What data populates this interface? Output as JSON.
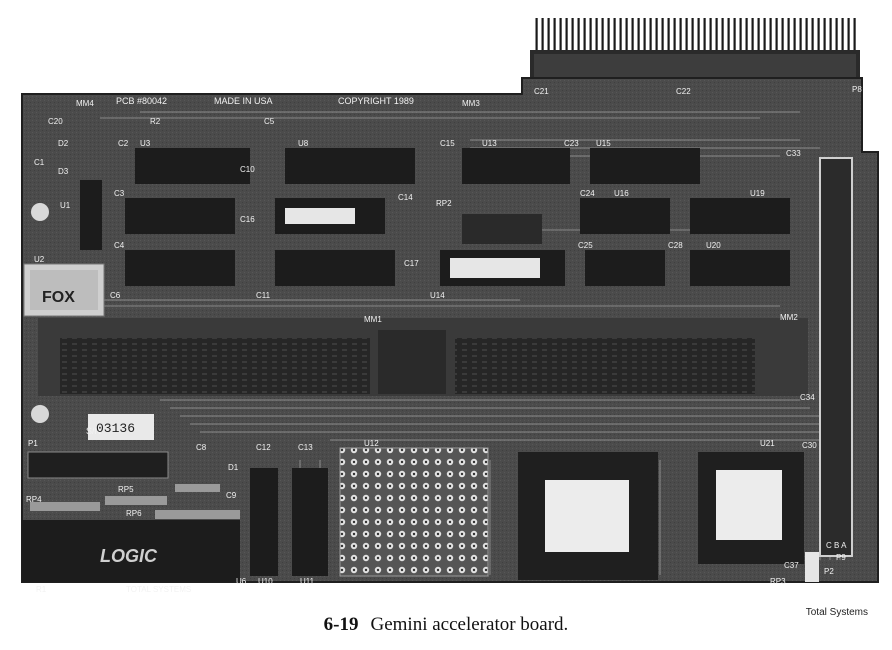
{
  "board": {
    "pcb_number": "PCB #80042",
    "made_in": "MADE IN USA",
    "copyright": "COPYRIGHT 1989",
    "serial_label": "S/N",
    "serial_number": "03136",
    "crystal_brand": "FOX",
    "logic_brand": "LOGIC",
    "maker_bottom": "TOTAL SYSTEMS",
    "ref_labels": {
      "mm4": "MM4",
      "mm3": "MM3",
      "mm1": "MM1",
      "mm2": "MM2",
      "c20": "C20",
      "c1": "C1",
      "d2": "D2",
      "d3": "D3",
      "u1": "U1",
      "u2": "U2",
      "u3": "U3",
      "c2": "C2",
      "r2": "R2",
      "c5": "C5",
      "u8": "U8",
      "c10": "C10",
      "c15": "C15",
      "u13": "U13",
      "c23": "C23",
      "u15": "U15",
      "c21": "C21",
      "c22": "C22",
      "p8": "P8",
      "c33": "C33",
      "u19": "U19",
      "c3": "C3",
      "c16": "C16",
      "c14": "C14",
      "rp2": "RP2",
      "c24": "C24",
      "u16": "U16",
      "c4": "C4",
      "c17": "C17",
      "c25": "C25",
      "c28": "C28",
      "u20": "U20",
      "c6": "C6",
      "c11": "C11",
      "u14": "U14",
      "p1": "P1",
      "c8": "C8",
      "c12": "C12",
      "c13": "C13",
      "d1": "D1",
      "rp4": "RP4",
      "rp5": "RP5",
      "rp6": "RP6",
      "c9": "C9",
      "u12": "U12",
      "u21": "U21",
      "c30": "C30",
      "c34": "C34",
      "p9": "P9",
      "cba": "C B A",
      "c37": "C37",
      "p2": "P2",
      "rp3": "RP3",
      "u6": "U6",
      "u10": "U10",
      "u11": "U11",
      "r1": "R1"
    }
  },
  "caption": {
    "figure_number": "6-19",
    "text": "Gemini accelerator board."
  },
  "credit": "Total Systems",
  "colors": {
    "board": "#4a4a4a",
    "board_dark": "#2e2e2e",
    "chip": "#1c1c1c",
    "silk": "#f0f0f0",
    "gold": "#9a9a9a"
  }
}
